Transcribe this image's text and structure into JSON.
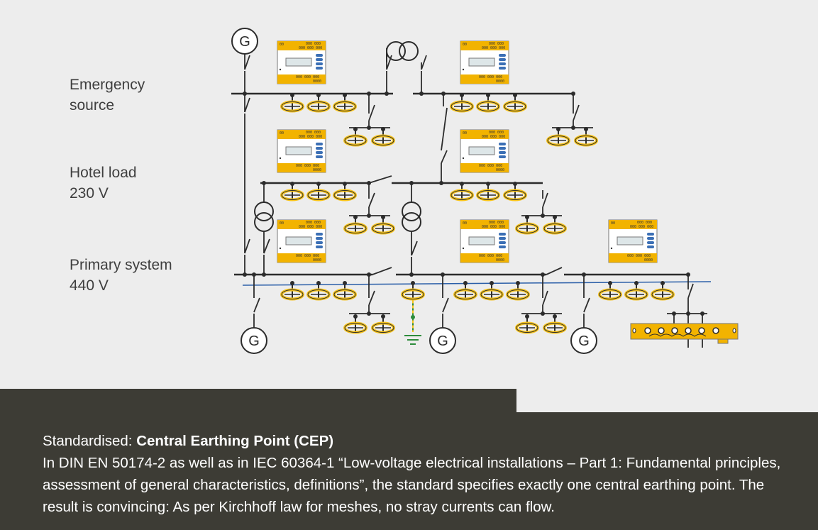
{
  "levels": [
    {
      "line1": "Emergency",
      "line2": "source"
    },
    {
      "line1": "Hotel load",
      "line2": "230 V"
    },
    {
      "line1": "Primary system",
      "line2": "440 V"
    }
  ],
  "generator_symbol": "G",
  "footer": {
    "prefix": "Standardised: ",
    "highlight": "Central Earthing Point (CEP)",
    "body": "In DIN EN 50174-2 as well as in IEC 60364-1 “Low-voltage electrical installations – Part 1: Fundamental principles, assessment of general characteristics, definitions”, the standard specifies exactly one central earthing point. The result is convincing: As per Kirchhoff law for meshes, no stray currents can flow."
  },
  "device_labels": {
    "top": "000 000",
    "top2": "000 000 000",
    "bottom": "000 000 000",
    "bottom2": "0000",
    "corner": "00"
  },
  "colors": {
    "background": "#ededed",
    "line": "#2c2c2c",
    "ct_yellow": "#f7c31a",
    "device_yellow": "#f2b300",
    "footer_bg": "#3d3c35",
    "blue_line": "#2a5ea8",
    "earth_green": "#2d8c3c"
  },
  "icons": [
    "generator-icon",
    "transformer-icon",
    "current-transformer-icon",
    "insulation-monitor-device-icon",
    "earth-ground-icon",
    "earthing-busbar-icon",
    "switch-icon"
  ]
}
